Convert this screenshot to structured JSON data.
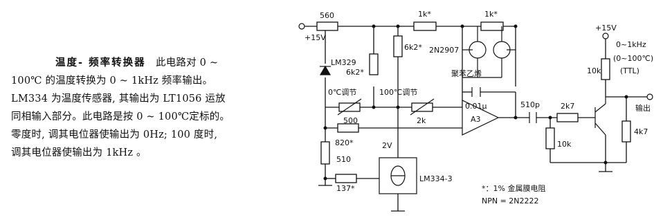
{
  "description": {
    "title": "温度- 频率转换器",
    "line1_rest": "此电路对 0 ~",
    "line2": "100℃ 的温度转换为 0 ~ 1kHz 频率输出。",
    "line3": "LM334 为温度传感器, 其输出为 LT1056 运放",
    "line4": "同相输入部分。此电路是按 0 ~ 100℃定标的。",
    "line5": "零度时, 调其电位器使输出为 0Hz; 100 度时,",
    "line6": "调其电位器使输出为 1kHz 。"
  },
  "schematic": {
    "supply_left": "+15V",
    "r_560": "560",
    "r_1k_a": "1k*",
    "r_1k_b": "1k*",
    "r_6k2_a": "6k2*",
    "r_6k2_b": "6k2*",
    "q_pnp": "2N2907",
    "ref_ic": "LM329",
    "adj_0c": "0℃调节",
    "adj_100c": "100℃调节",
    "polystyrene": "聚苯乙烯",
    "cap_001": "0.01μ",
    "pot_500": "500",
    "pot_2k": "2k",
    "opamp": "A3",
    "r_820": "820*",
    "r_510": "510",
    "r_137": "137*",
    "volt_2v": "2V",
    "sensor": "LM334-3",
    "cap_510p": "510p",
    "r_2k7": "2k7",
    "r_10k_a": "10k",
    "supply_right": "+15V",
    "r_10k_b": "10k",
    "out_range1": "0~1kHz",
    "out_range2": "(0~100℃)",
    "out_ttl": "(TTL)",
    "output": "输出",
    "r_4k7": "4k7",
    "note1": "*：1% 金属膜电阻",
    "note2": "NPN = 2N2222"
  }
}
